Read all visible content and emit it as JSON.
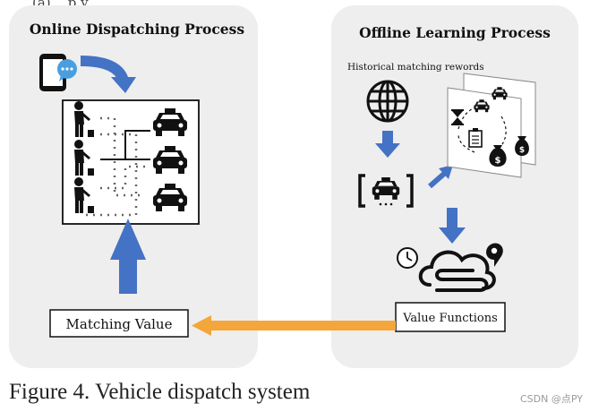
{
  "diagram": {
    "top_partial_text": "(a)                    ...p        y",
    "left_panel": {
      "title": "Online Dispatching Process",
      "matching_value_label": "Matching Value"
    },
    "right_panel": {
      "title": "Offline Learning Process",
      "historical_label": "Historical matching rewords",
      "value_functions_label": "Value Functions"
    },
    "colors": {
      "panel_bg": "#eeeeee",
      "arrow_blue": "#4472c4",
      "arrow_orange": "#f4a63a",
      "icon_dark": "#111111"
    }
  },
  "caption": "Figure 4. Vehicle dispatch system",
  "watermark": "CSDN @点PY"
}
